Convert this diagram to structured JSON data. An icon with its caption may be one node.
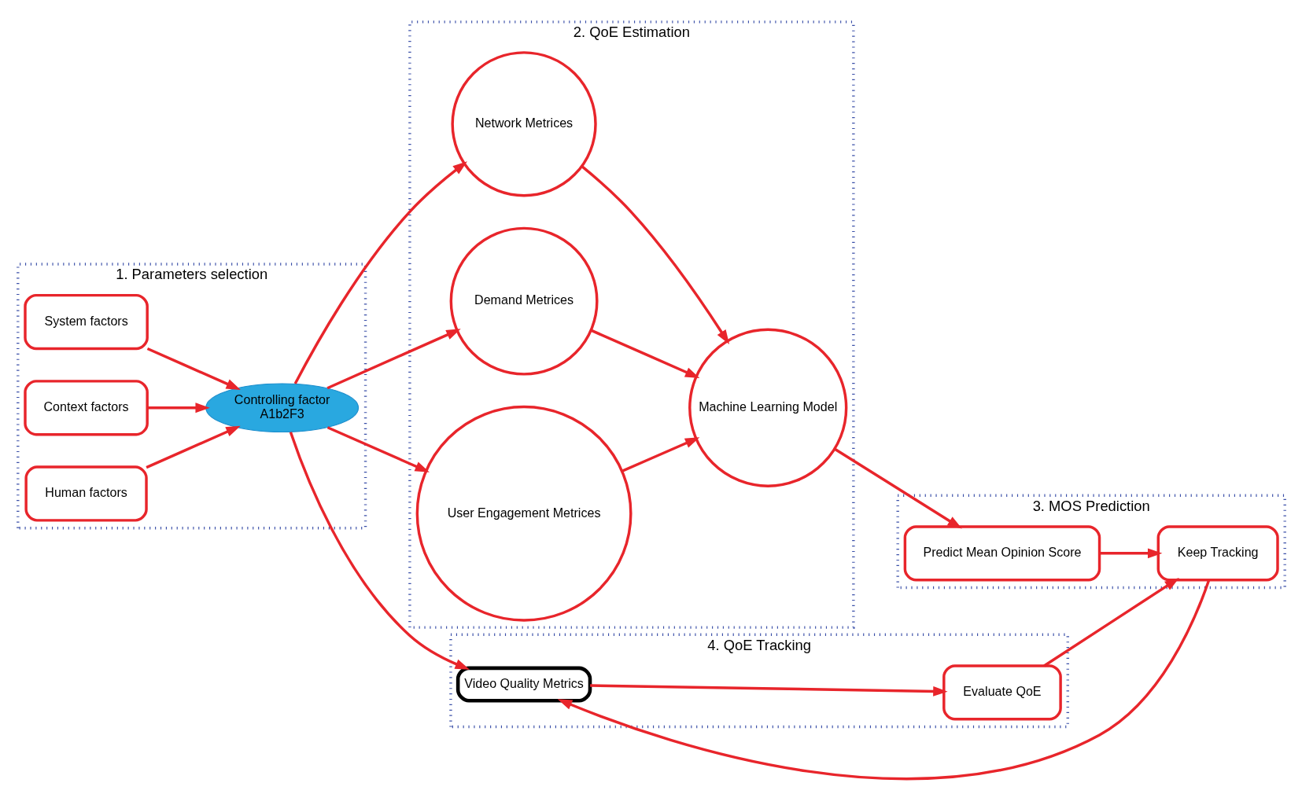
{
  "diagram": {
    "nodes": [
      {
        "text": [
          "1. Parameters selection"
        ]
      },
      {
        "text": [
          "System factors"
        ],
        "in": 0
      },
      {
        "text": [
          "Context factors"
        ],
        "in": 0
      },
      {
        "text": [
          "Human factors"
        ],
        "in": 0
      },
      {
        "text": [
          "Controlling factor",
          "A1b2F3"
        ],
        "in": 0
      },
      {
        "text": [
          "2. QoE Estimation"
        ]
      },
      {
        "text": [
          "Network Metrices"
        ],
        "in": 5
      },
      {
        "text": [
          "Demand Metrices"
        ],
        "in": 5
      },
      {
        "text": [
          "User Engagement Metrices"
        ],
        "in": 5
      },
      {
        "text": [
          "Machine Learning Model"
        ],
        "in": 5
      },
      {
        "text": [
          "3. MOS Prediction"
        ]
      },
      {
        "text": [
          "Predict Mean Opinion Score"
        ],
        "in": 10
      },
      {
        "text": [
          "Keep Tracking"
        ],
        "in": 10
      },
      {
        "text": [
          "4. QoE Tracking"
        ]
      },
      {
        "text": [
          "Video Quality Metrics"
        ],
        "in": 13
      },
      {
        "text": [
          "Evaluate QoE"
        ],
        "in": 13
      }
    ],
    "edges": [
      {
        "from": 1,
        "to": 4,
        "arrow": "to"
      },
      {
        "from": 2,
        "to": 4,
        "arrow": "to"
      },
      {
        "from": 3,
        "to": 4,
        "arrow": "to"
      },
      {
        "from": 4,
        "to": 6,
        "arrow": "to"
      },
      {
        "from": 4,
        "to": 7,
        "arrow": "to"
      },
      {
        "from": 4,
        "to": 8,
        "arrow": "to"
      },
      {
        "from": 6,
        "to": 9,
        "arrow": "to"
      },
      {
        "from": 7,
        "to": 9,
        "arrow": "to"
      },
      {
        "from": 8,
        "to": 9,
        "arrow": "to"
      },
      {
        "from": 9,
        "to": 11,
        "arrow": "to"
      },
      {
        "from": 11,
        "to": 12,
        "arrow": "to"
      },
      {
        "from": 4,
        "to": 14,
        "arrow": "to"
      },
      {
        "from": 14,
        "to": 15,
        "arrow": "to"
      },
      {
        "from": 15,
        "to": 12,
        "arrow": "to"
      },
      {
        "from": 12,
        "to": 14,
        "arrow": "to"
      }
    ]
  }
}
